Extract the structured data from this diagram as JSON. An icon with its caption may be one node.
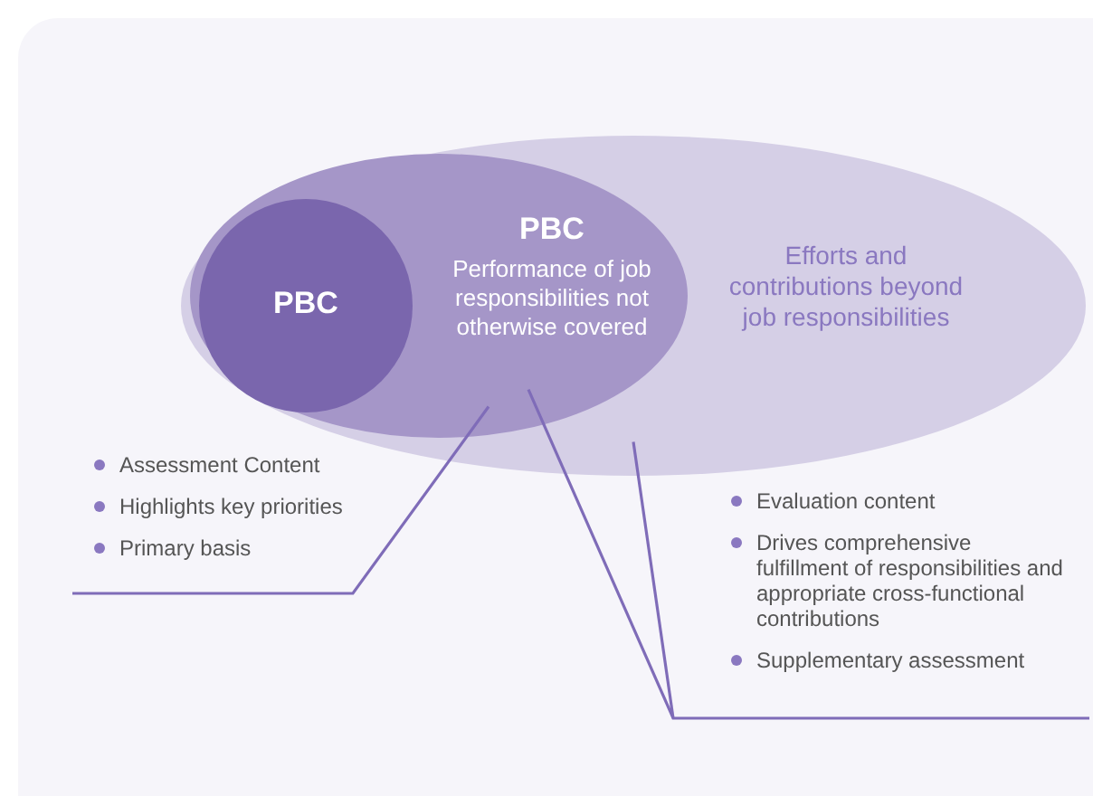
{
  "diagram": {
    "nodes": [
      {
        "text": [
          "Efforts and contributions beyond job responsibilities"
        ]
      },
      {
        "text": [
          "PBC",
          "Performance of job responsibilities not otherwise covered"
        ],
        "in": 0
      },
      {
        "text": [
          "PBC"
        ],
        "in": 1
      },
      {
        "text": [
          "Assessment Content",
          "Highlights key priorities",
          "Primary basis"
        ]
      },
      {
        "text": [
          "Evaluation content",
          "Drives comprehensive fulfillment of responsibilities and appropriate cross-functional contributions",
          "Supplementary assessment"
        ]
      }
    ],
    "edges": [
      {
        "from": 1,
        "to": 3,
        "arrow": "none"
      },
      {
        "from": 1,
        "to": 4,
        "arrow": "none"
      },
      {
        "from": 0,
        "to": 4,
        "arrow": "none"
      }
    ]
  }
}
